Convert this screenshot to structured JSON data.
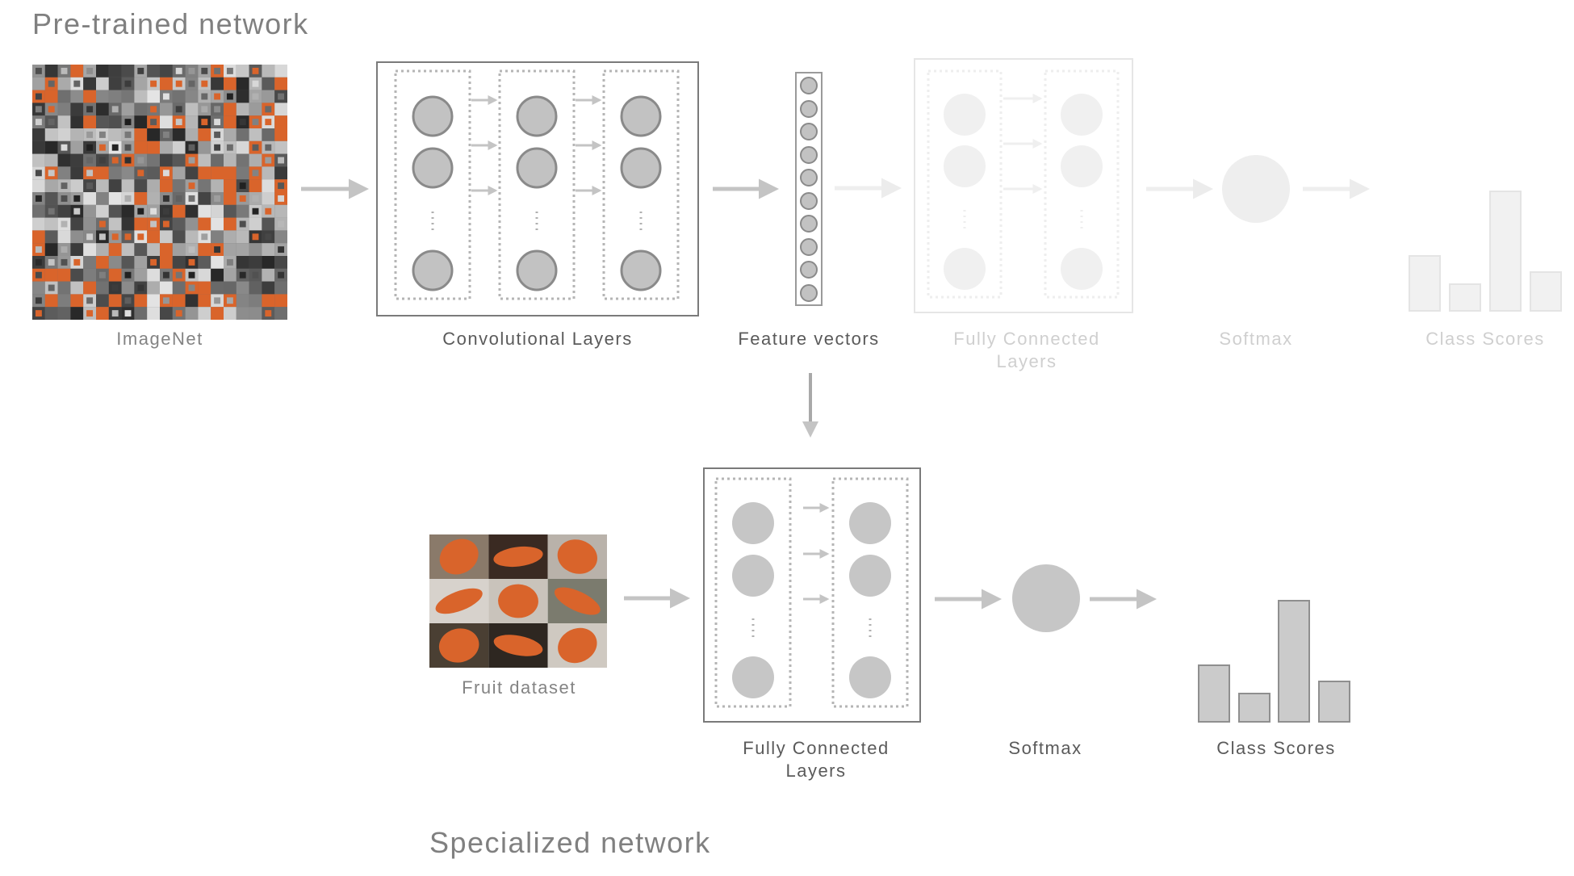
{
  "sections": {
    "pretrained_title": "Pre-trained network",
    "specialized_title": "Specialized network"
  },
  "pretrained": {
    "dataset_label": "ImageNet",
    "conv_label": "Convolutional Layers",
    "feature_label": "Feature vectors",
    "fc_label_line1": "Fully Connected",
    "fc_label_line2": "Layers",
    "softmax_label": "Softmax",
    "scores_label": "Class Scores"
  },
  "specialized": {
    "dataset_label": "Fruit dataset",
    "fc_label_line1": "Fully Connected",
    "fc_label_line2": "Layers",
    "softmax_label": "Softmax",
    "scores_label": "Class Scores"
  },
  "icons": {
    "imagenet": "imagenet-thumbnail-grid-icon",
    "fruit": "fruit-thumbnail-grid-icon",
    "arrow": "right-arrow-icon",
    "neuron": "neuron-circle-icon"
  },
  "colors": {
    "accent_orange": "#d9642b",
    "node_fill": "#c2c2c2",
    "node_stroke": "#8a8a8a",
    "faded": "#efefef",
    "arrow": "#c4c4c4",
    "text_dark": "#5a5a5a",
    "text_faded": "#cfcfcf"
  }
}
